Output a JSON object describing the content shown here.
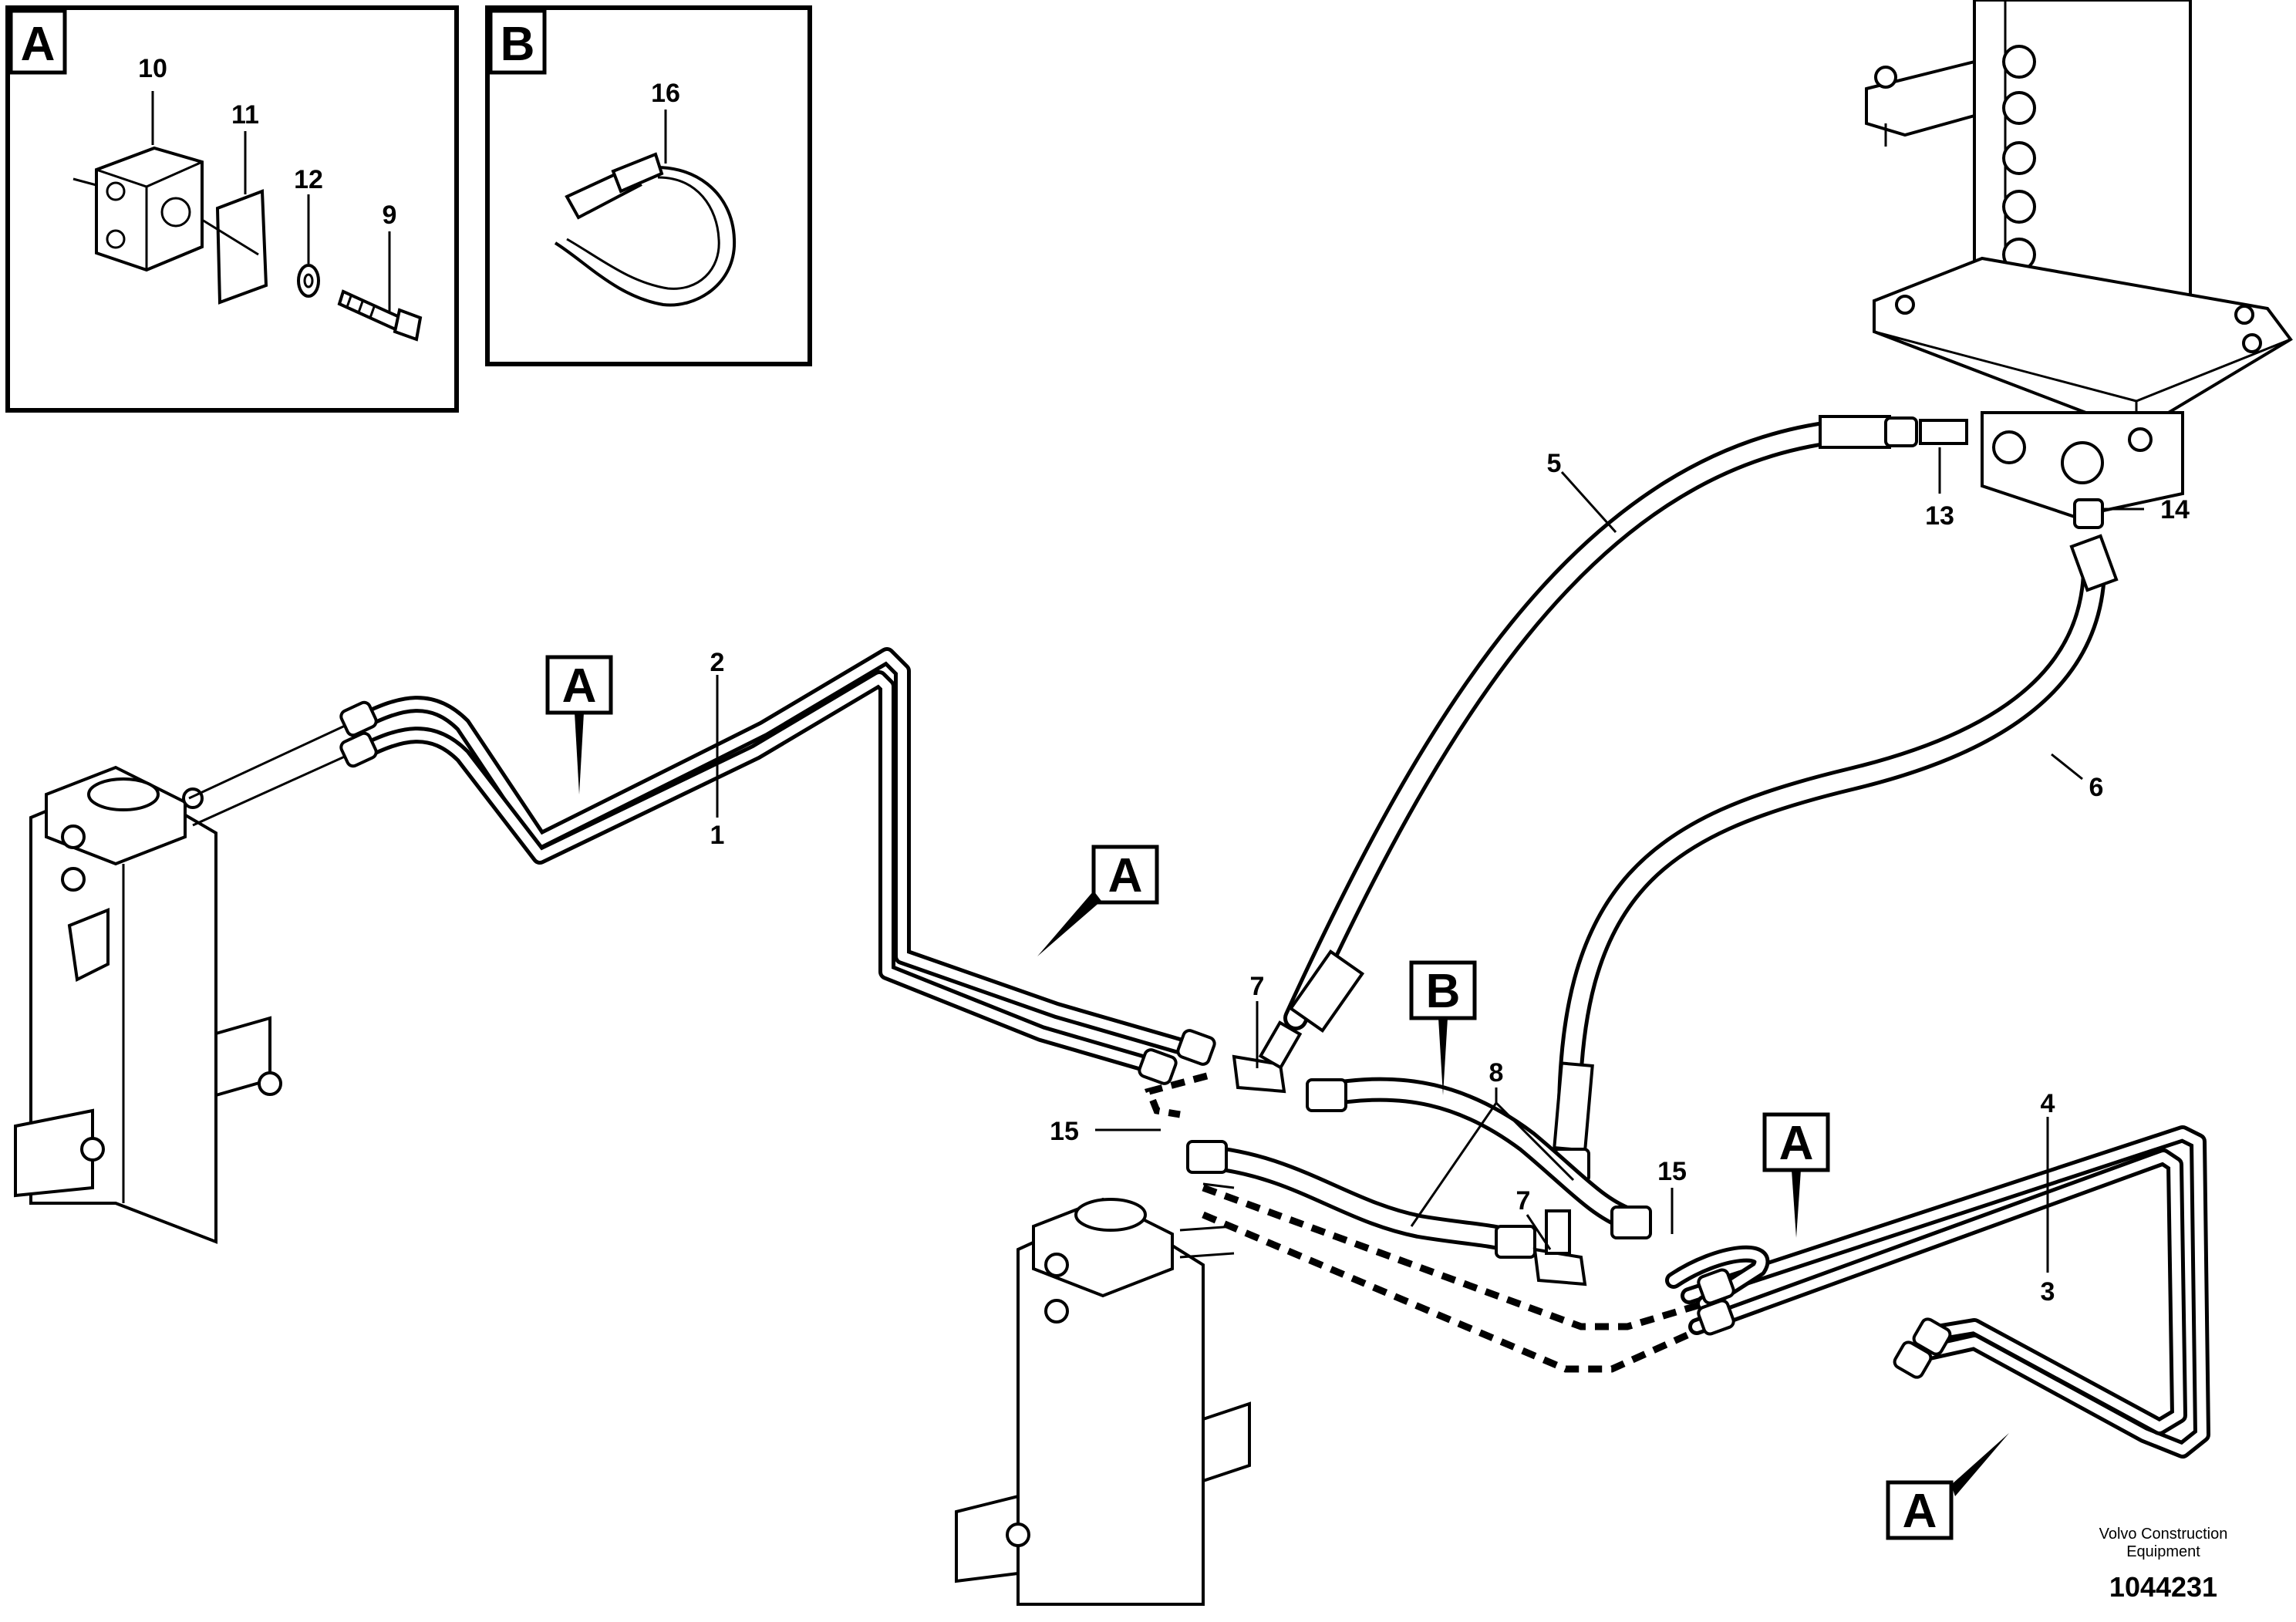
{
  "detail_views": [
    {
      "letter": "A",
      "parts": [
        "10",
        "11",
        "12",
        "9"
      ]
    },
    {
      "letter": "B",
      "parts": [
        "16"
      ]
    }
  ],
  "callouts": {
    "c1": "1",
    "c2": "2",
    "c3": "3",
    "c4": "4",
    "c5": "5",
    "c6": "6",
    "c7a": "7",
    "c7b": "7",
    "c8": "8",
    "c13": "13",
    "c14": "14",
    "c15a": "15",
    "c15b": "15"
  },
  "view_markers": {
    "m1": "A",
    "m2": "A",
    "m3": "B",
    "m4": "A",
    "m5": "A"
  },
  "footer": {
    "company_line1": "Volvo Construction",
    "company_line2": "Equipment",
    "drawing_number": "1044231"
  }
}
